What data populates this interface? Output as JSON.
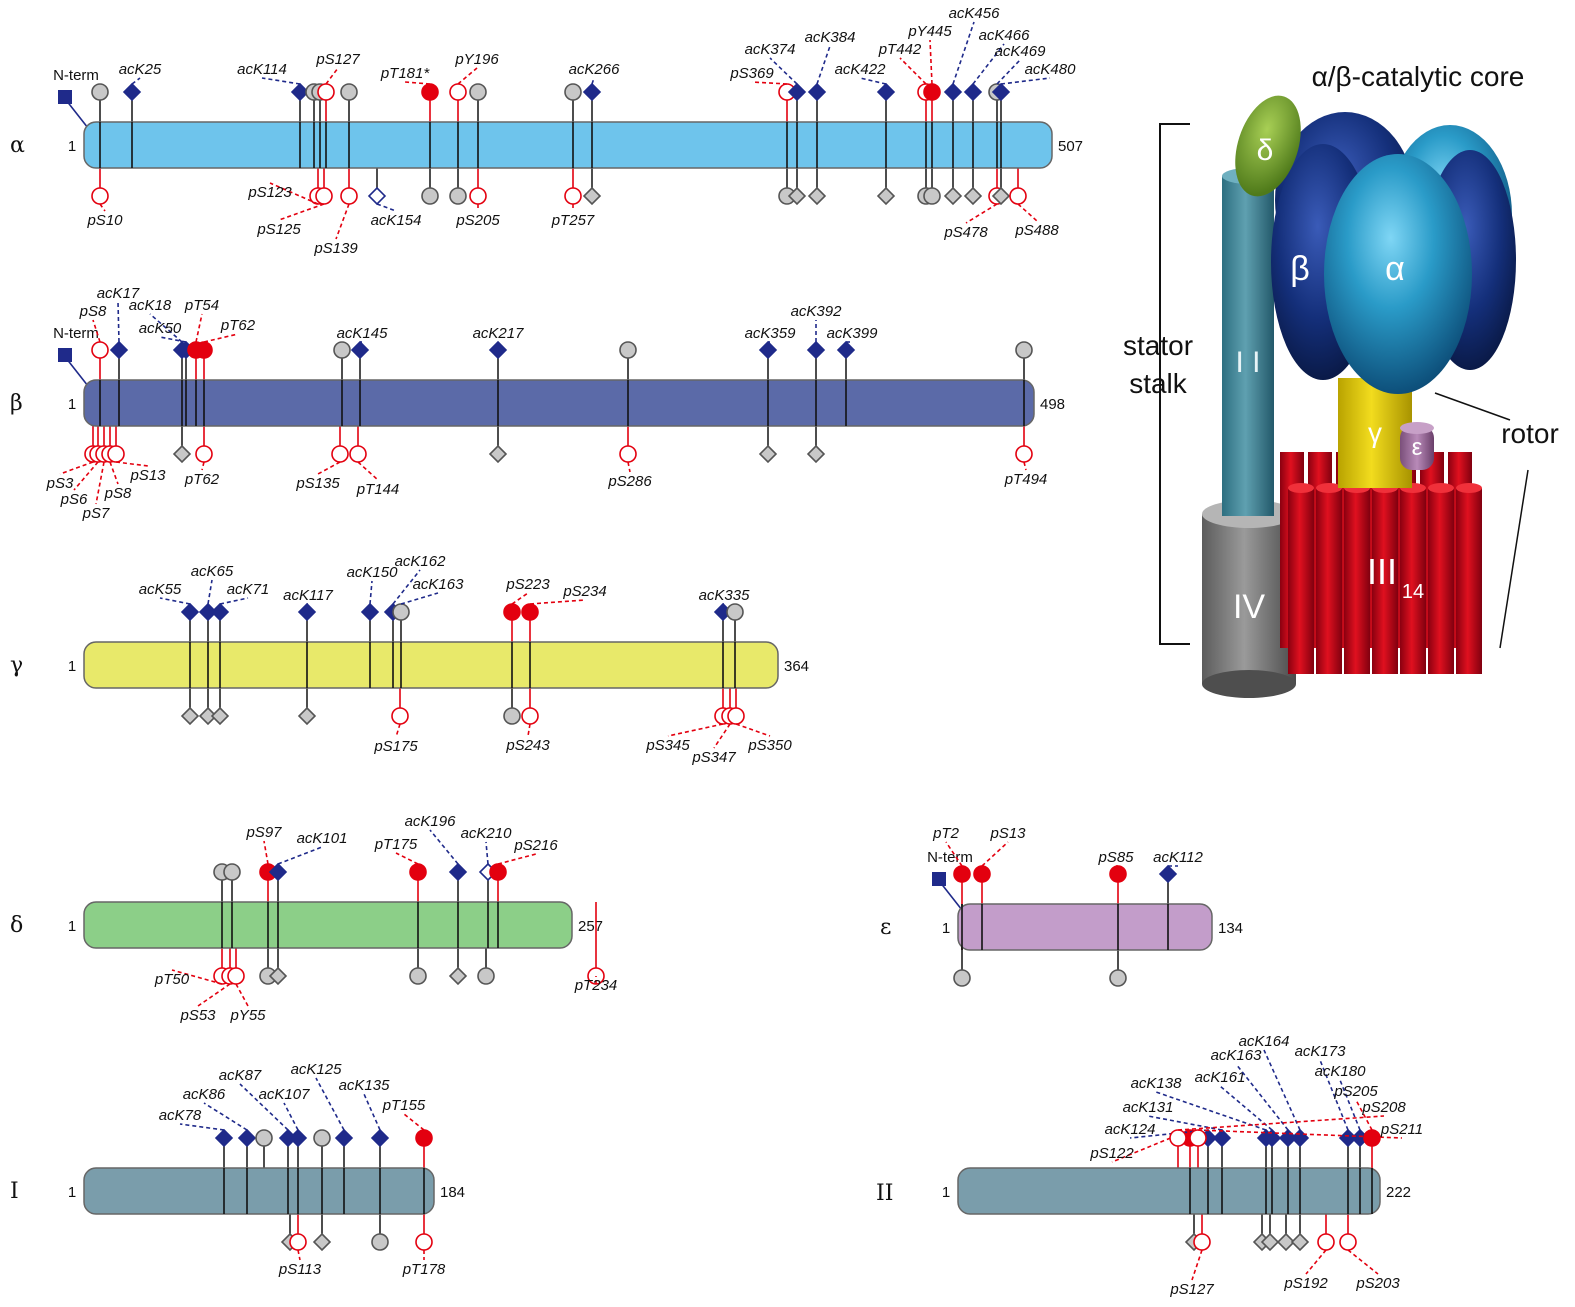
{
  "core": {
    "title": "α/β-catalytic core",
    "stator_lines": [
      "stator",
      "stalk"
    ],
    "rotor": "rotor",
    "labels": {
      "alpha": "α",
      "beta": "β",
      "delta": "δ",
      "gamma": "γ",
      "epsilon": "ε",
      "b": "I I",
      "ring": "III",
      "ring_sub": "14",
      "a": "IV"
    }
  },
  "legend_colors": {
    "phospho": "#e3000f",
    "acetyl": "#1f2a8a",
    "unmodified": "#c8c8c8"
  },
  "tracks": [
    {
      "id": "alpha",
      "symbol": "α",
      "length": "507",
      "start": "1",
      "color": "#6ec4ec",
      "nterm": "N-term",
      "row": 0,
      "top": [
        {
          "type": "circle",
          "status": "unmod",
          "label": ""
        },
        {
          "type": "diamond",
          "status": "acetyl",
          "label": "acK25"
        },
        {
          "type": "diamond",
          "status": "acetyl",
          "label": "acK114"
        },
        {
          "type": "circle",
          "status": "unmod",
          "label": ""
        },
        {
          "type": "circle",
          "status": "unmod",
          "label": ""
        },
        {
          "type": "circle",
          "status": "phospho-open",
          "label": "pS127"
        },
        {
          "type": "circle",
          "status": "unmod",
          "label": ""
        },
        {
          "type": "circle",
          "status": "phospho",
          "label": "pT181*"
        },
        {
          "type": "circle",
          "status": "phospho-open",
          "label": "pY196"
        },
        {
          "type": "circle",
          "status": "unmod",
          "label": ""
        },
        {
          "type": "circle",
          "status": "unmod",
          "label": ""
        },
        {
          "type": "diamond",
          "status": "acetyl",
          "label": "acK266"
        },
        {
          "type": "circle",
          "status": "phospho-open",
          "label": "pS369"
        },
        {
          "type": "diamond",
          "status": "acetyl",
          "label": "acK374"
        },
        {
          "type": "diamond",
          "status": "acetyl",
          "label": "acK384"
        },
        {
          "type": "diamond",
          "status": "acetyl",
          "label": "acK422"
        },
        {
          "type": "circle",
          "status": "phospho-open",
          "label": "pT442"
        },
        {
          "type": "circle",
          "status": "phospho",
          "label": "pY445"
        },
        {
          "type": "diamond",
          "status": "acetyl",
          "label": "acK456"
        },
        {
          "type": "diamond",
          "status": "acetyl",
          "label": "acK466"
        },
        {
          "type": "circle",
          "status": "unmod",
          "label": "acK469"
        },
        {
          "type": "diamond",
          "status": "acetyl",
          "label": "acK480"
        }
      ],
      "bottom": [
        {
          "type": "circle",
          "status": "phospho-open",
          "label": "pS10"
        },
        {
          "type": "circle",
          "status": "phospho-open",
          "label": "pS123"
        },
        {
          "type": "circle",
          "status": "phospho-open",
          "label": "pS125"
        },
        {
          "type": "circle",
          "status": "phospho-open",
          "label": "pS139"
        },
        {
          "type": "diamond",
          "status": "acetyl-open",
          "label": "acK154"
        },
        {
          "type": "circle",
          "status": "unmod",
          "label": ""
        },
        {
          "type": "circle",
          "status": "unmod",
          "label": ""
        },
        {
          "type": "circle",
          "status": "phospho-open",
          "label": "pS205"
        },
        {
          "type": "circle",
          "status": "phospho-open",
          "label": "pT257"
        },
        {
          "type": "diamond",
          "status": "unmod",
          "label": ""
        },
        {
          "type": "circle",
          "status": "unmod",
          "label": ""
        },
        {
          "type": "diamond",
          "status": "unmod",
          "label": ""
        },
        {
          "type": "diamond",
          "status": "unmod",
          "label": ""
        },
        {
          "type": "diamond",
          "status": "unmod",
          "label": ""
        },
        {
          "type": "circle",
          "status": "unmod",
          "label": ""
        },
        {
          "type": "circle",
          "status": "unmod",
          "label": ""
        },
        {
          "type": "diamond",
          "status": "unmod",
          "label": ""
        },
        {
          "type": "diamond",
          "status": "unmod",
          "label": ""
        },
        {
          "type": "circle",
          "status": "phospho-open",
          "label": "pS478"
        },
        {
          "type": "diamond",
          "status": "unmod",
          "label": ""
        },
        {
          "type": "circle",
          "status": "phospho-open",
          "label": "pS488"
        }
      ]
    },
    {
      "id": "beta",
      "symbol": "β",
      "length": "498",
      "start": "1",
      "color": "#5b6aa8",
      "nterm": "N-term",
      "row": 1,
      "top": [
        {
          "type": "circle",
          "status": "phospho-open",
          "label": "pS8"
        },
        {
          "type": "diamond",
          "status": "acetyl",
          "label": "acK17"
        },
        {
          "type": "diamond",
          "status": "acetyl",
          "label": "acK18"
        },
        {
          "type": "diamond",
          "status": "acetyl",
          "label": "acK50"
        },
        {
          "type": "circle",
          "status": "phospho",
          "label": "pT54"
        },
        {
          "type": "circle",
          "status": "phospho",
          "label": "pT62"
        },
        {
          "type": "circle",
          "status": "unmod",
          "label": ""
        },
        {
          "type": "diamond",
          "status": "acetyl",
          "label": "acK145"
        },
        {
          "type": "diamond",
          "status": "acetyl",
          "label": "acK217"
        },
        {
          "type": "circle",
          "status": "unmod",
          "label": ""
        },
        {
          "type": "diamond",
          "status": "acetyl",
          "label": "acK359"
        },
        {
          "type": "diamond",
          "status": "acetyl",
          "label": "acK392"
        },
        {
          "type": "diamond",
          "status": "acetyl",
          "label": "acK399"
        },
        {
          "type": "circle",
          "status": "unmod",
          "label": ""
        }
      ],
      "bottom": [
        {
          "type": "circle",
          "status": "phospho-open",
          "label": "pS3"
        },
        {
          "type": "circle",
          "status": "phospho-open",
          "label": "pS6"
        },
        {
          "type": "circle",
          "status": "phospho-open",
          "label": "pS7"
        },
        {
          "type": "circle",
          "status": "phospho-open",
          "label": "pS8"
        },
        {
          "type": "circle",
          "status": "phospho-open",
          "label": "pS13"
        },
        {
          "type": "diamond",
          "status": "unmod",
          "label": ""
        },
        {
          "type": "circle",
          "status": "phospho-open",
          "label": "pT62"
        },
        {
          "type": "circle",
          "status": "phospho-open",
          "label": "pS135"
        },
        {
          "type": "circle",
          "status": "phospho-open",
          "label": "pT144"
        },
        {
          "type": "diamond",
          "status": "unmod",
          "label": ""
        },
        {
          "type": "circle",
          "status": "phospho-open",
          "label": "pS286"
        },
        {
          "type": "diamond",
          "status": "unmod",
          "label": ""
        },
        {
          "type": "diamond",
          "status": "unmod",
          "label": ""
        },
        {
          "type": "circle",
          "status": "phospho-open",
          "label": "pT494"
        }
      ]
    },
    {
      "id": "gamma",
      "symbol": "γ",
      "length": "364",
      "start": "1",
      "color": "#e8e96a",
      "nterm": "",
      "row": 2,
      "top": [
        {
          "type": "diamond",
          "status": "acetyl",
          "label": "acK55"
        },
        {
          "type": "diamond",
          "status": "acetyl",
          "label": "acK65"
        },
        {
          "type": "diamond",
          "status": "acetyl",
          "label": "acK71"
        },
        {
          "type": "diamond",
          "status": "acetyl",
          "label": "acK117"
        },
        {
          "type": "diamond",
          "status": "acetyl",
          "label": "acK150"
        },
        {
          "type": "diamond",
          "status": "acetyl",
          "label": "acK162"
        },
        {
          "type": "circle",
          "status": "unmod",
          "label": "acK163"
        },
        {
          "type": "circle",
          "status": "phospho",
          "label": "pS223"
        },
        {
          "type": "circle",
          "status": "phospho",
          "label": "pS234"
        },
        {
          "type": "diamond",
          "status": "acetyl",
          "label": "acK335"
        },
        {
          "type": "circle",
          "status": "unmod",
          "label": ""
        }
      ],
      "bottom": [
        {
          "type": "diamond",
          "status": "unmod",
          "label": ""
        },
        {
          "type": "diamond",
          "status": "unmod",
          "label": ""
        },
        {
          "type": "diamond",
          "status": "unmod",
          "label": ""
        },
        {
          "type": "diamond",
          "status": "unmod",
          "label": ""
        },
        {
          "type": "circle",
          "status": "phospho-open",
          "label": "pS175"
        },
        {
          "type": "circle",
          "status": "unmod",
          "label": ""
        },
        {
          "type": "circle",
          "status": "phospho-open",
          "label": "pS243"
        },
        {
          "type": "circle",
          "status": "phospho-open",
          "label": "pS345"
        },
        {
          "type": "circle",
          "status": "phospho-open",
          "label": "pS347"
        },
        {
          "type": "circle",
          "status": "phospho-open",
          "label": "pS350"
        }
      ]
    },
    {
      "id": "delta",
      "symbol": "δ",
      "length": "257",
      "start": "1",
      "color": "#8ccf88",
      "nterm": "",
      "row": 3,
      "top": [
        {
          "type": "circle",
          "status": "unmod",
          "label": ""
        },
        {
          "type": "circle",
          "status": "unmod",
          "label": ""
        },
        {
          "type": "circle",
          "status": "phospho",
          "label": "pS97"
        },
        {
          "type": "diamond",
          "status": "acetyl",
          "label": "acK101"
        },
        {
          "type": "circle",
          "status": "phospho",
          "label": "pT175"
        },
        {
          "type": "diamond",
          "status": "acetyl",
          "label": "acK196"
        },
        {
          "type": "diamond",
          "status": "acetyl-open",
          "label": "acK210"
        },
        {
          "type": "circle",
          "status": "phospho",
          "label": "pS216"
        }
      ],
      "bottom": [
        {
          "type": "circle",
          "status": "phospho-open",
          "label": "pT50"
        },
        {
          "type": "circle",
          "status": "phospho-open",
          "label": "pS53"
        },
        {
          "type": "circle",
          "status": "phospho-open",
          "label": "pY55"
        },
        {
          "type": "circle",
          "status": "unmod",
          "label": ""
        },
        {
          "type": "diamond",
          "status": "unmod",
          "label": ""
        },
        {
          "type": "circle",
          "status": "unmod",
          "label": ""
        },
        {
          "type": "diamond",
          "status": "unmod",
          "label": ""
        },
        {
          "type": "circle",
          "status": "unmod",
          "label": ""
        },
        {
          "type": "circle",
          "status": "phospho-open",
          "label": "pT234"
        }
      ]
    },
    {
      "id": "epsilon",
      "symbol": "ε",
      "length": "134",
      "start": "1",
      "color": "#c39dca",
      "nterm": "N-term",
      "row": 3,
      "top": [
        {
          "type": "circle",
          "status": "phospho",
          "label": "pT2"
        },
        {
          "type": "circle",
          "status": "phospho",
          "label": "pS13"
        },
        {
          "type": "circle",
          "status": "phospho",
          "label": "pS85"
        },
        {
          "type": "diamond",
          "status": "acetyl",
          "label": "acK112"
        }
      ],
      "bottom": [
        {
          "type": "circle",
          "status": "unmod",
          "label": ""
        },
        {
          "type": "circle",
          "status": "unmod",
          "label": ""
        }
      ]
    },
    {
      "id": "subI",
      "symbol": "I",
      "length": "184",
      "start": "1",
      "color": "#7a9dab",
      "nterm": "",
      "row": 4,
      "top": [
        {
          "type": "diamond",
          "status": "acetyl",
          "label": "acK78"
        },
        {
          "type": "diamond",
          "status": "acetyl",
          "label": "acK86"
        },
        {
          "type": "diamond",
          "status": "acetyl",
          "label": "acK87"
        },
        {
          "type": "diamond",
          "status": "acetyl",
          "label": "acK107"
        },
        {
          "type": "circle",
          "status": "unmod",
          "label": ""
        },
        {
          "type": "diamond",
          "status": "acetyl",
          "label": "acK125"
        },
        {
          "type": "diamond",
          "status": "acetyl",
          "label": "acK135"
        },
        {
          "type": "circle",
          "status": "phospho",
          "label": "pT155"
        },
        {
          "type": "circle",
          "status": "unmod",
          "label": ""
        }
      ],
      "bottom": [
        {
          "type": "diamond",
          "status": "unmod",
          "label": ""
        },
        {
          "type": "circle",
          "status": "phospho-open",
          "label": "pS113"
        },
        {
          "type": "diamond",
          "status": "unmod",
          "label": ""
        },
        {
          "type": "circle",
          "status": "unmod",
          "label": ""
        },
        {
          "type": "circle",
          "status": "phospho-open",
          "label": "pT178"
        }
      ]
    },
    {
      "id": "subII",
      "symbol": "II",
      "length": "222",
      "start": "1",
      "color": "#7a9dab",
      "nterm": "",
      "row": 4,
      "top": [
        {
          "type": "circle",
          "status": "phospho",
          "label": "pS122"
        },
        {
          "type": "diamond",
          "status": "acetyl",
          "label": "acK124"
        },
        {
          "type": "diamond",
          "status": "acetyl",
          "label": "acK131"
        },
        {
          "type": "diamond",
          "status": "acetyl",
          "label": "acK138"
        },
        {
          "type": "diamond",
          "status": "acetyl",
          "label": "acK161"
        },
        {
          "type": "diamond",
          "status": "acetyl",
          "label": "acK163"
        },
        {
          "type": "diamond",
          "status": "acetyl",
          "label": "acK164"
        },
        {
          "type": "diamond",
          "status": "acetyl",
          "label": "acK173"
        },
        {
          "type": "diamond",
          "status": "acetyl",
          "label": "acK180"
        },
        {
          "type": "circle",
          "status": "phospho",
          "label": "pS205"
        },
        {
          "type": "circle",
          "status": "phospho-open",
          "label": "pS208"
        },
        {
          "type": "circle",
          "status": "phospho-open",
          "label": "pS211"
        }
      ],
      "bottom": [
        {
          "type": "diamond",
          "status": "unmod",
          "label": ""
        },
        {
          "type": "circle",
          "status": "phospho-open",
          "label": "pS127"
        },
        {
          "type": "diamond",
          "status": "unmod",
          "label": ""
        },
        {
          "type": "diamond",
          "status": "unmod",
          "label": ""
        },
        {
          "type": "diamond",
          "status": "unmod",
          "label": ""
        },
        {
          "type": "diamond",
          "status": "unmod",
          "label": ""
        },
        {
          "type": "circle",
          "status": "phospho-open",
          "label": "pS192"
        },
        {
          "type": "circle",
          "status": "phospho-open",
          "label": "pS203"
        }
      ]
    }
  ]
}
